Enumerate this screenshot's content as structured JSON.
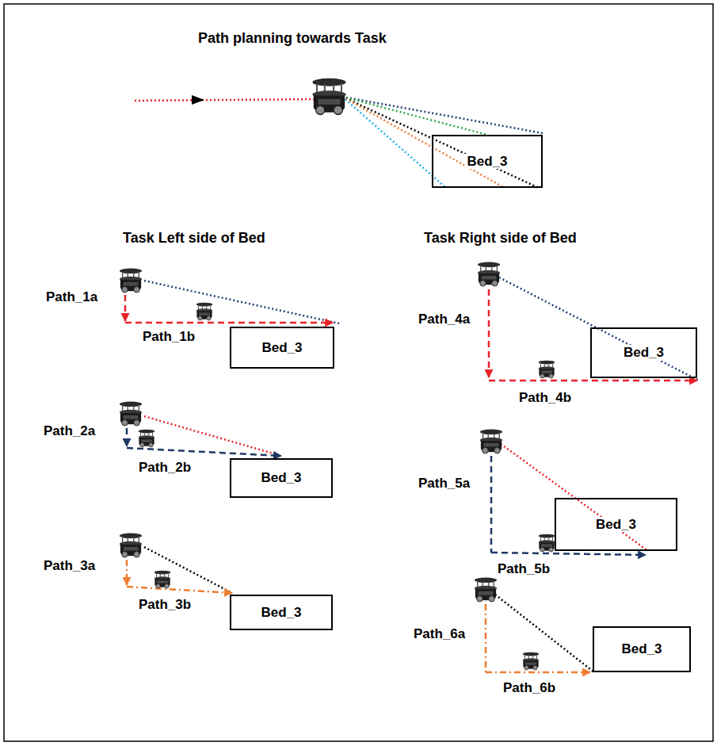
{
  "diagram": {
    "title": "Path planning towards Task",
    "nodes": [
      {
        "text": [
          "Bed_3"
        ]
      },
      {
        "text": [
          "Bed_3"
        ]
      },
      {
        "text": [
          "Bed_3"
        ]
      },
      {
        "text": [
          "Bed_3"
        ]
      },
      {
        "text": [
          "Bed_3"
        ]
      },
      {
        "text": [
          "Bed_3"
        ]
      },
      {
        "text": [
          "Bed_3"
        ]
      }
    ],
    "labels": [
      "Task Left side of Bed",
      "Path_1a",
      "Path_1b",
      "Path_2a",
      "Path_2b",
      "Path_3a",
      "Path_3b",
      "Task Right side of Bed",
      "Path_4a",
      "Path_4b",
      "Path_5a",
      "Path_5b",
      "Path_6a",
      "Path_6b"
    ]
  }
}
